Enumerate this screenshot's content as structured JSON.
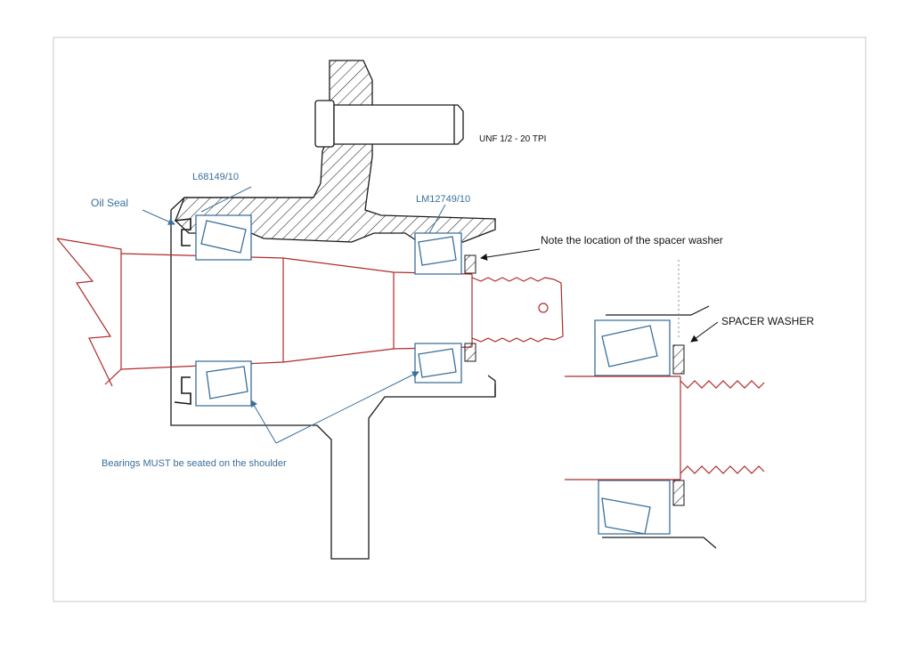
{
  "labels": {
    "thread_spec": "UNF 1/2 - 20 TPI",
    "inner_bearing": "L68149/10",
    "outer_bearing": "LM12749/10",
    "oil_seal": "Oil Seal",
    "note": "Note the location of the spacer washer",
    "spacer_washer": "SPACER WASHER",
    "bearings_note": "Bearings MUST be seated on the shoulder"
  },
  "colors": {
    "hub_outline": "#1a1a1a",
    "shaft": "#b02a2a",
    "bearing": "#3a6f9a",
    "annotation": "#3a6f9a",
    "frame": "#c9c9c9"
  }
}
